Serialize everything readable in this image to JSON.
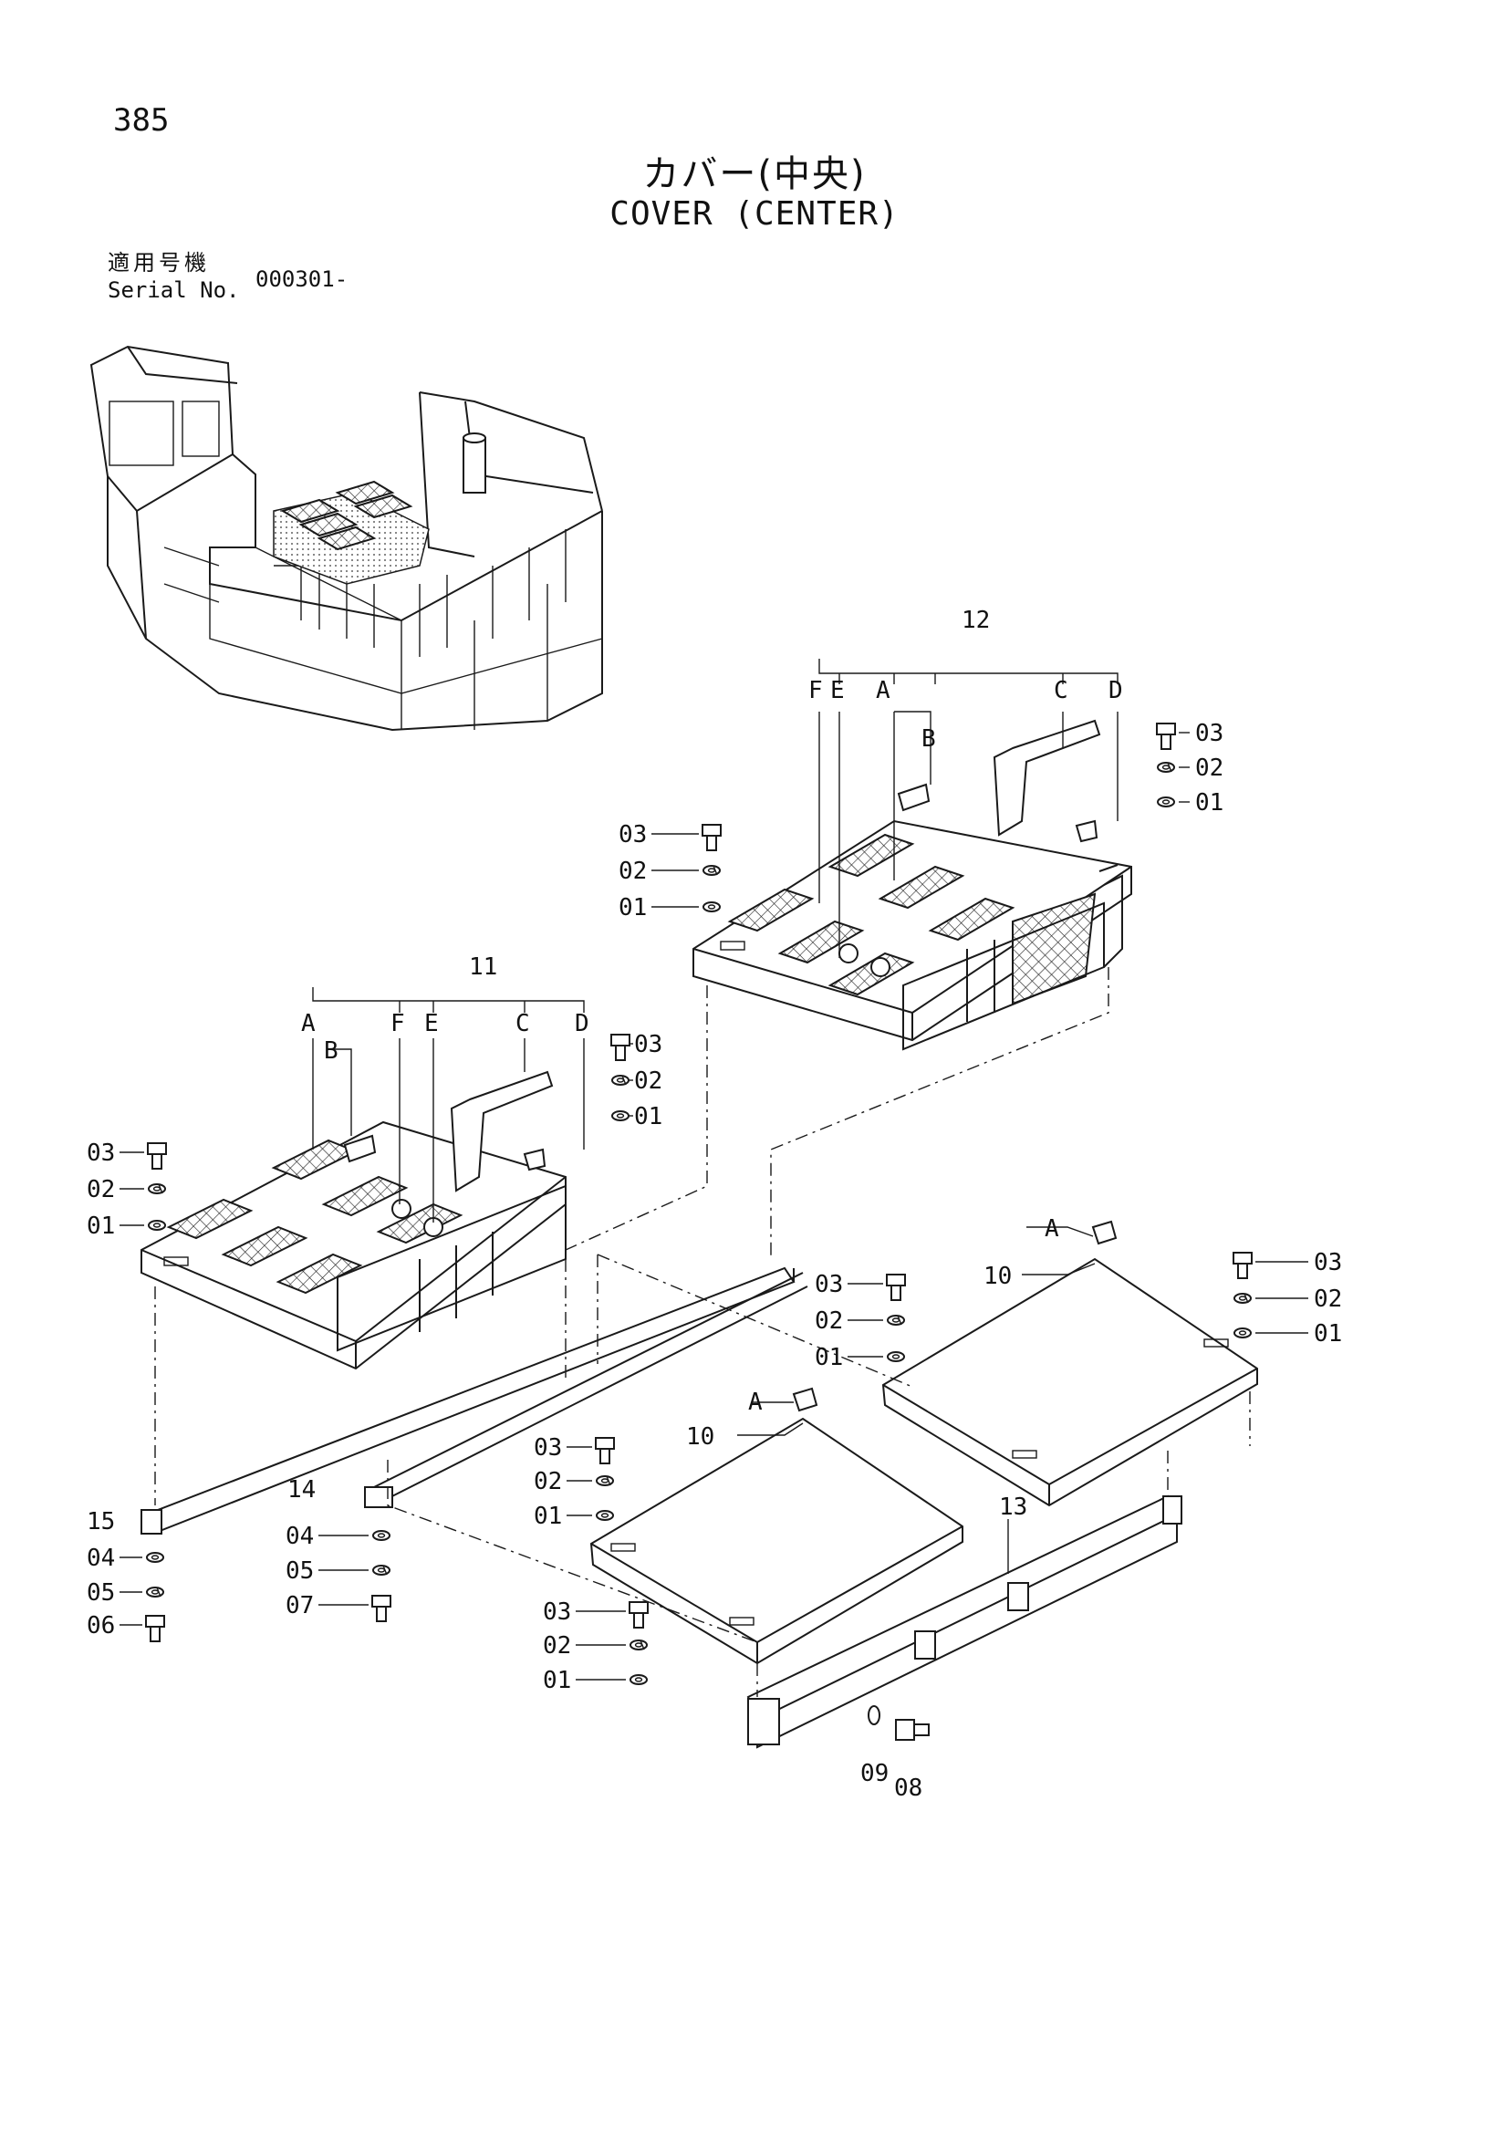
{
  "header": {
    "page_number": "385",
    "title_jp": "カバー(中央)",
    "title_en": "COVER (CENTER)",
    "serial_label_jp": "適用号機",
    "serial_label_en": "Serial No.",
    "serial_value": "000301-"
  },
  "callouts": {
    "c01": "01",
    "c02": "02",
    "c03": "03",
    "c04": "04",
    "c05": "05",
    "c06": "06",
    "c07": "07",
    "c08": "08",
    "c09": "09",
    "c10": "10",
    "c11": "11",
    "c12": "12",
    "c13": "13",
    "c14": "14",
    "c15": "15",
    "A": "A",
    "B": "B",
    "C": "C",
    "D": "D",
    "E": "E",
    "F": "F"
  }
}
